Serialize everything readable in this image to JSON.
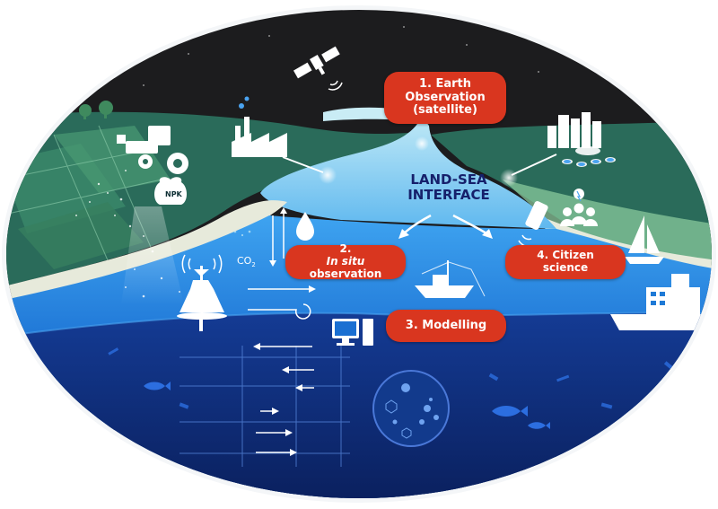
{
  "center_label": {
    "line1": "LAND-SEA",
    "line2": "INTERFACE"
  },
  "badges": {
    "earth_observation": {
      "line1": "1. Earth",
      "line2": "Observation",
      "line3": "(satellite)"
    },
    "in_situ": {
      "num": "2. ",
      "italic": "In situ",
      "line2": "observation"
    },
    "modelling": {
      "line1": "3. Modelling"
    },
    "citizen_science": {
      "line1": "4. Citizen",
      "line2": "science"
    }
  },
  "labels": {
    "co2": "CO",
    "co2_sub": "2",
    "npk": "NPK"
  },
  "colors": {
    "badge": "#d9361f",
    "night_sky": "#1c1c1e",
    "land_green": "#2a6b5a",
    "river_light": "#c9ecf5",
    "ocean_surface": "#1f7ad6",
    "deep_ocean": "#0e2a7a",
    "label_navy": "#16206b"
  }
}
